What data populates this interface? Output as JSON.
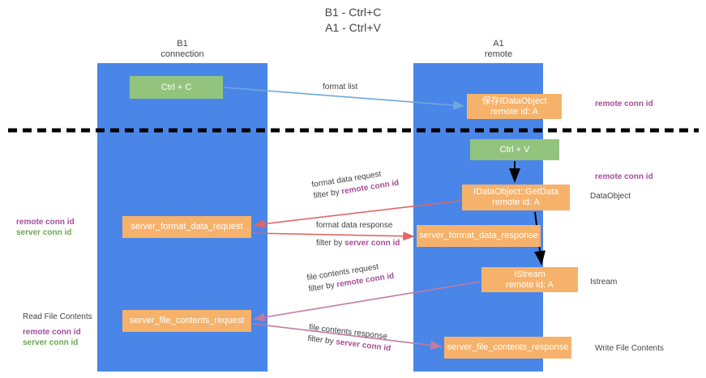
{
  "title": {
    "line1": "B1 - Ctrl+C",
    "line2": "A1 - Ctrl+V"
  },
  "lanes": [
    {
      "id": "b1",
      "name": "B1",
      "sub": "connection",
      "color": "#4a86e8"
    },
    {
      "id": "a1",
      "name": "A1",
      "sub": "remote",
      "color": "#4a86e8"
    }
  ],
  "colors": {
    "lane": "#4a86e8",
    "green_node": "#93c47d",
    "orange_node": "#f6b26b",
    "purple_text": "#a64d9a",
    "green_text": "#6aa84f",
    "blue_arrow": "#6fa8dc",
    "red_arrow": "#e06666",
    "magenta_arrow": "#c27ba0",
    "black_arrow": "#000000",
    "body_text": "#434343",
    "divider": "#000000"
  },
  "nodes": {
    "ctrl_c": {
      "line1": "Ctrl + C"
    },
    "save_dataobject": {
      "line1": "保存IDataObject",
      "line2": "remote id: A"
    },
    "ctrl_v": {
      "line1": "Ctrl + V"
    },
    "getdata": {
      "line1": "IDataObject::GetData",
      "line2": "remote id: A"
    },
    "server_format_data_request": {
      "line1": "server_format_data_request"
    },
    "server_format_data_response": {
      "line1": "server_format_data_response"
    },
    "istream": {
      "line1": "IStream",
      "line2": "remote id: A"
    },
    "server_file_contents_request": {
      "line1": "server_file_contents_request"
    },
    "server_file_contents_response": {
      "line1": "server_file_contents_response"
    }
  },
  "edges": {
    "format_list": {
      "label": "format list"
    },
    "format_data_request": {
      "label": "format data request",
      "filter_prefix": "filter by ",
      "filter_key": "remote conn id"
    },
    "format_data_response": {
      "label": "format data response",
      "filter_prefix": "filter by ",
      "filter_key": "server conn id"
    },
    "file_contents_request": {
      "label": "file contents request",
      "filter_prefix": "filter by ",
      "filter_key": "remote conn id"
    },
    "file_contents_response": {
      "label": "file contents response",
      "filter_prefix": "filter by ",
      "filter_key": "server conn id"
    }
  },
  "annotations": {
    "remote_conn_id_top": "remote conn id",
    "remote_conn_id_mid": "remote conn id",
    "dataobject": "DataObject",
    "istream": "Istream",
    "write_file_contents": "Write File Contents",
    "read_file_contents": "Read File Contents",
    "left_mid_remote": "remote conn id",
    "left_mid_server": "server conn id",
    "left_bot_remote": "remote conn id",
    "left_bot_server": "server conn id"
  }
}
